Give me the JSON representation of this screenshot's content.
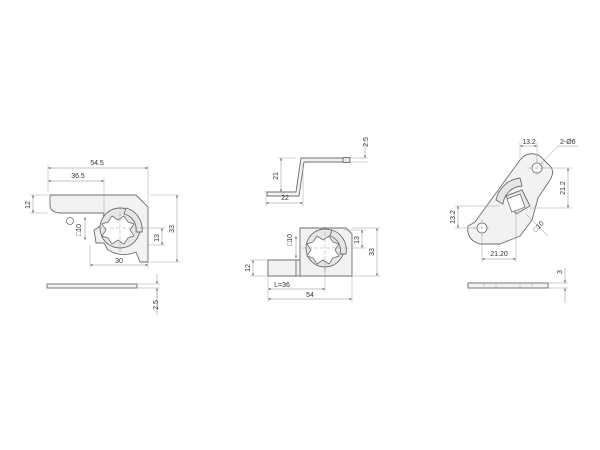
{
  "view1": {
    "dim_width": "54.5",
    "dim_inner": "36.5",
    "dim_tab": "12",
    "dim_square": "□10",
    "dim_offset": "13",
    "dim_height": "33",
    "dim_bottom": "30",
    "dim_thickness": "2.5"
  },
  "view2": {
    "dim_bend_thickness": "2.5",
    "dim_bend_height": "21",
    "dim_bend_length": "22",
    "dim_square": "□10",
    "dim_tab": "12",
    "dim_offset": "13",
    "dim_height": "33",
    "dim_l": "L=36",
    "dim_width": "54"
  },
  "view3": {
    "dim_top": "13.2",
    "dim_holes": "2-Ø6",
    "dim_right": "21.2",
    "dim_left": "13.2",
    "dim_square": "□10",
    "dim_bottom": "21.20",
    "dim_thickness": "3"
  },
  "colors": {
    "part_fill": "#f2f2f2",
    "line": "#6e6e6e",
    "text": "#333333"
  }
}
